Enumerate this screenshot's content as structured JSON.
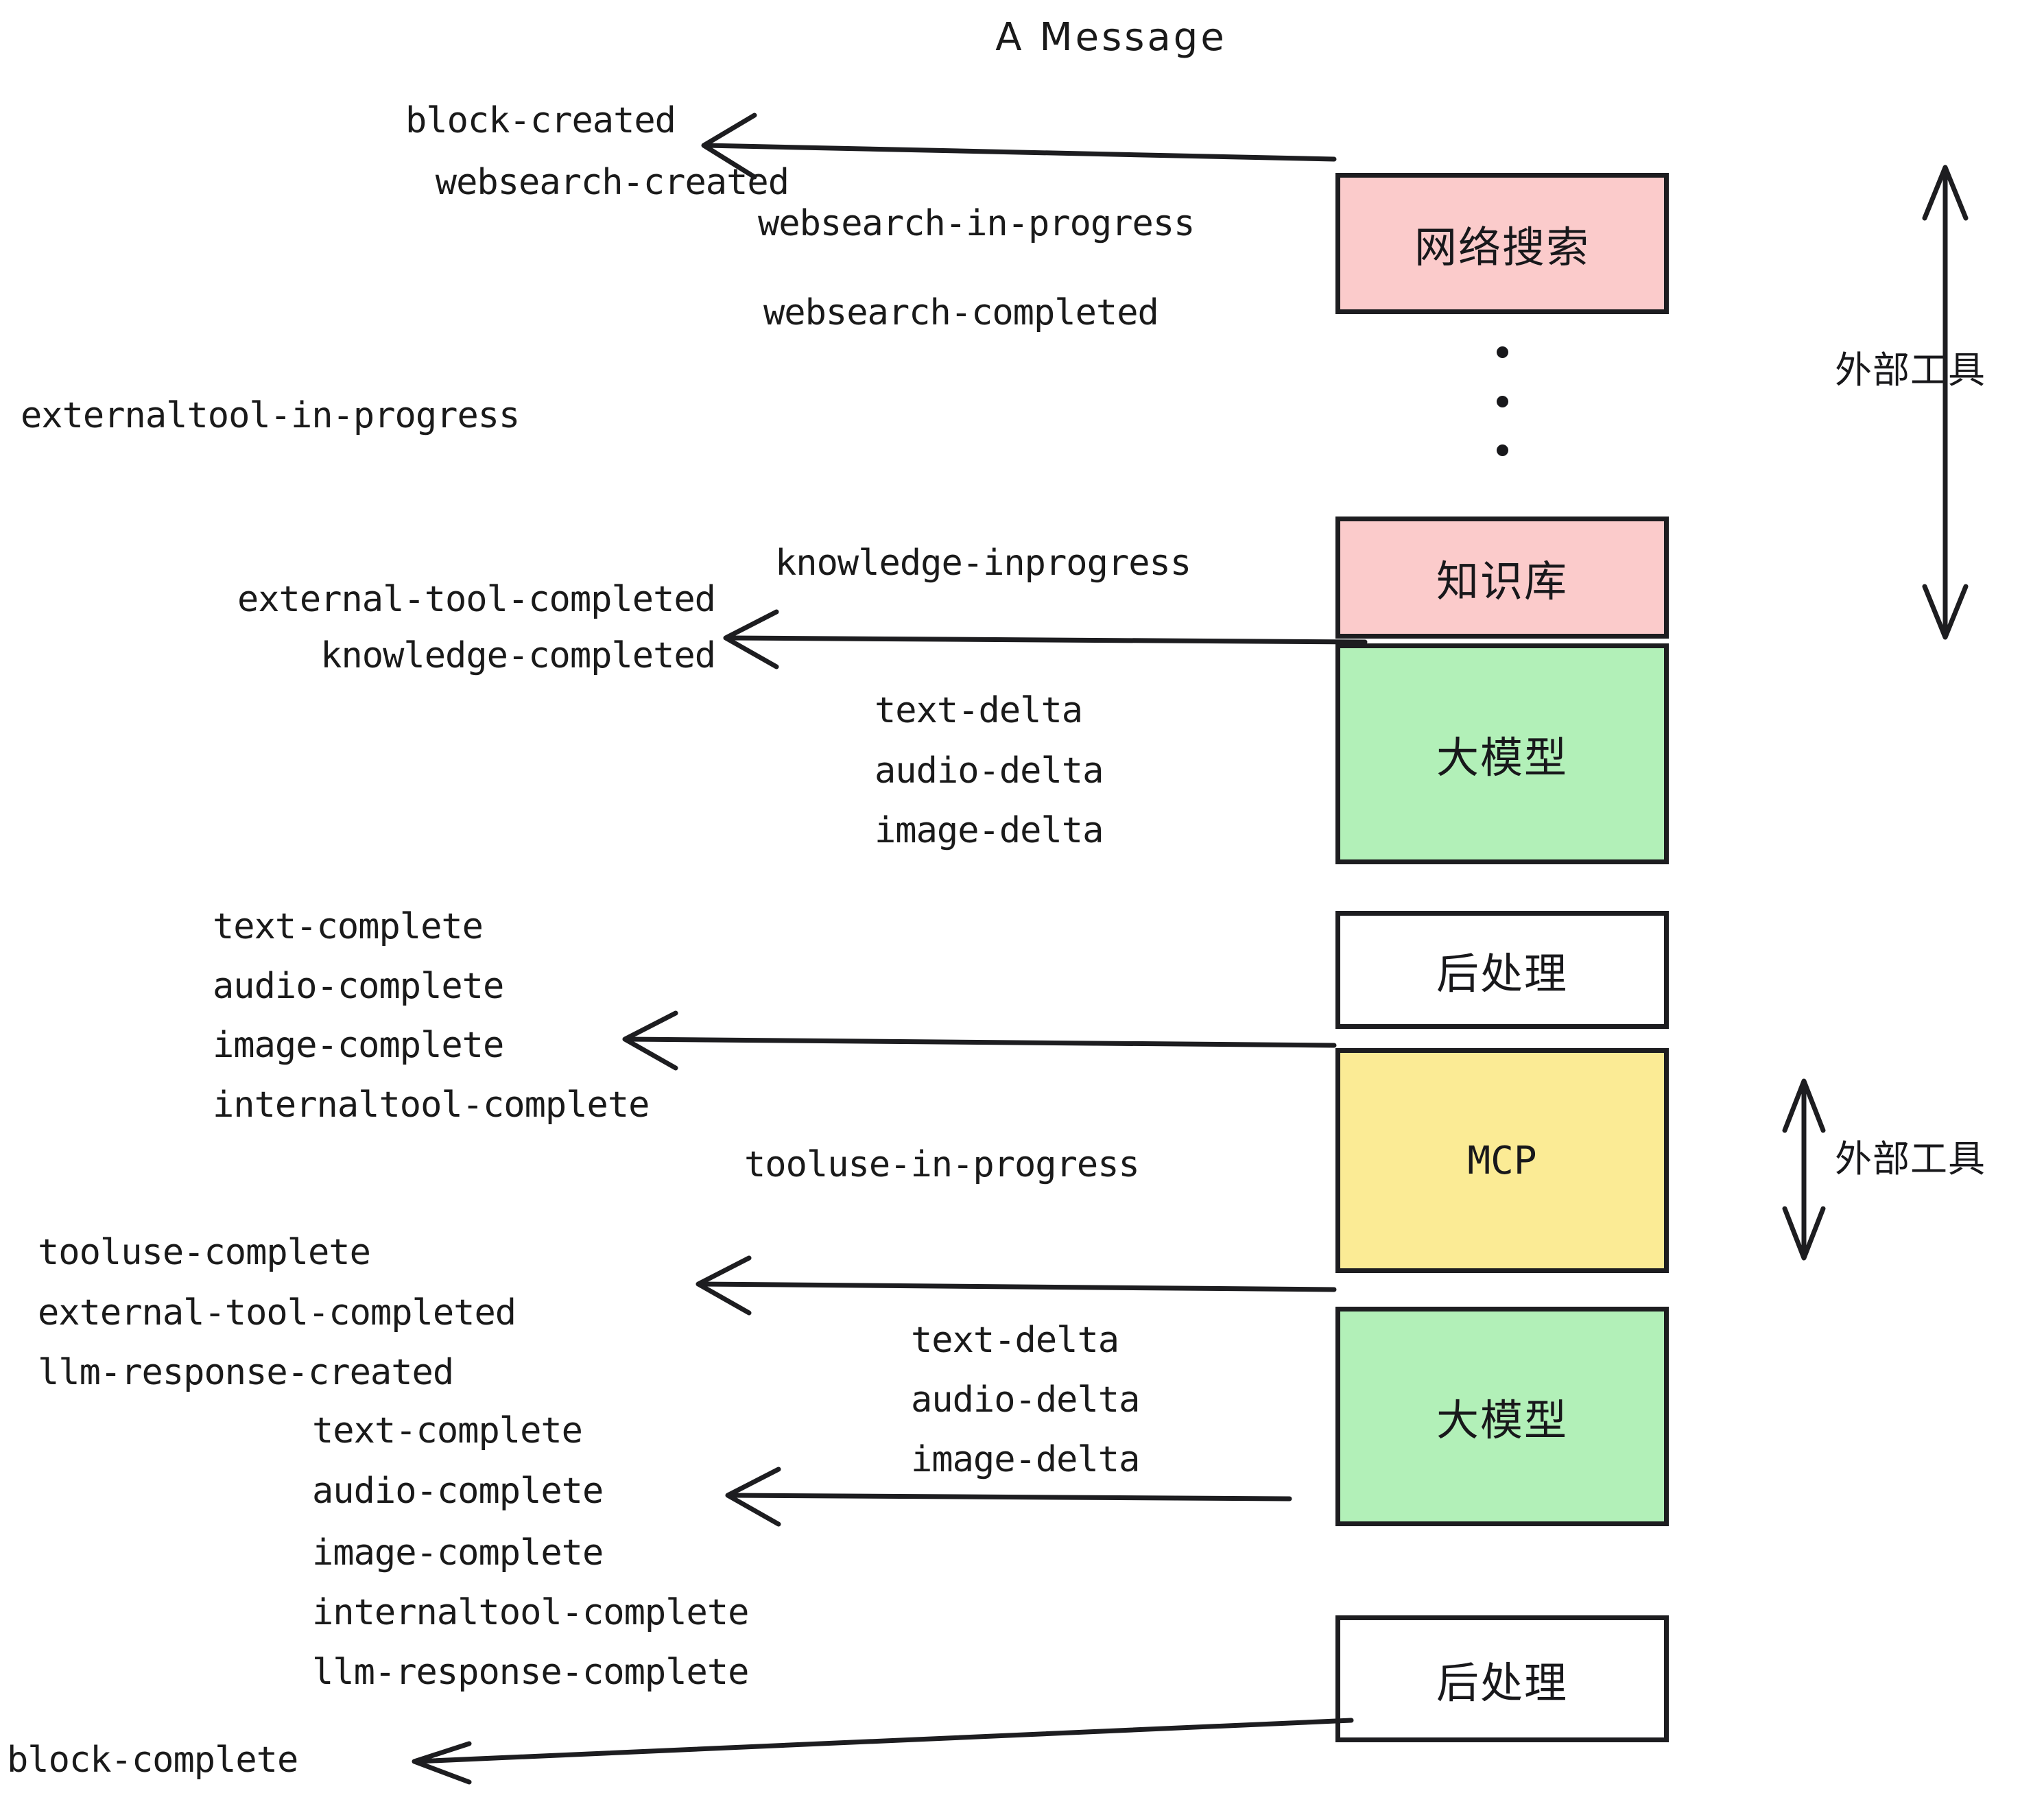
{
  "title": "A Message",
  "colors": {
    "pink": "#fbcbcb",
    "green": "#b2f0b8",
    "yellow": "#fbeb95",
    "white": "#ffffff",
    "stroke": "#1d1d20",
    "text": "#1a1a1a"
  },
  "boxes": [
    {
      "id": "websearch",
      "label": "网络搜索",
      "fill": "#fbcbcb"
    },
    {
      "id": "knowledge",
      "label": "知识库",
      "fill": "#fbcbcb"
    },
    {
      "id": "llm-1",
      "label": "大模型",
      "fill": "#b2f0b8"
    },
    {
      "id": "postprocess-1",
      "label": "后处理",
      "fill": "#ffffff"
    },
    {
      "id": "mcp",
      "label": "MCP",
      "fill": "#fbeb95"
    },
    {
      "id": "llm-2",
      "label": "大模型",
      "fill": "#b2f0b8"
    },
    {
      "id": "postprocess-2",
      "label": "后处理",
      "fill": "#ffffff"
    }
  ],
  "side_labels": [
    {
      "id": "external-tool-top",
      "label": "外部工具"
    },
    {
      "id": "external-tool-bottom",
      "label": "外部工具"
    }
  ],
  "events": {
    "block_created": "block-created",
    "websearch_created": "websearch-created",
    "websearch_in_progress": "websearch-in-progress",
    "websearch_completed": "websearch-completed",
    "externaltool_in_progress": "externaltool-in-progress",
    "knowledge_inprogress": "knowledge-inprogress",
    "external_tool_completed_1": "external-tool-completed",
    "knowledge_completed": "knowledge-completed",
    "text_delta_1": "text-delta",
    "audio_delta_1": "audio-delta",
    "image_delta_1": "image-delta",
    "text_complete_1": "text-complete",
    "audio_complete_1": "audio-complete",
    "image_complete_1": "image-complete",
    "internaltool_complete_1": "internaltool-complete",
    "tooluse_in_progress": "tooluse-in-progress",
    "tooluse_complete": "tooluse-complete",
    "external_tool_completed_2": "external-tool-completed",
    "llm_response_created": "llm-response-created",
    "text_delta_2": "text-delta",
    "audio_delta_2": "audio-delta",
    "image_delta_2": "image-delta",
    "text_complete_2": "text-complete",
    "audio_complete_2": "audio-complete",
    "image_complete_2": "image-complete",
    "internaltool_complete_2": "internaltool-complete",
    "llm_response_complete": "llm-response-complete",
    "block_complete": "block-complete"
  },
  "ellipsis": "vertical-three-dots"
}
